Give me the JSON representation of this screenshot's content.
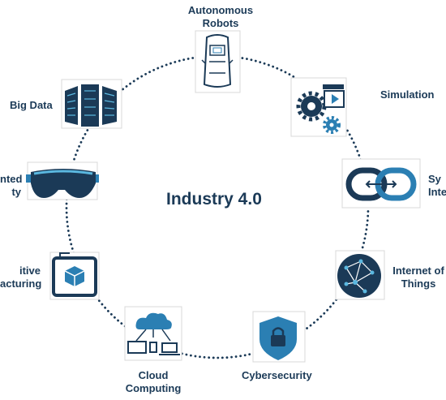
{
  "title": "Industry 4.0",
  "colors": {
    "primary": "#1b3a57",
    "accent": "#2b7fb3",
    "light": "#5bb8e0"
  },
  "nodes": [
    {
      "label_lines": [
        "Autonomous",
        "Robots"
      ],
      "icon": "autonomous-car-icon"
    },
    {
      "label_lines": [
        "Simulation"
      ],
      "icon": "gears-clapperboard-icon"
    },
    {
      "label_lines": [
        "Sy",
        "Inte"
      ],
      "icon": "chain-link-icon"
    },
    {
      "label_lines": [
        "Internet of",
        "Things"
      ],
      "icon": "network-globe-icon"
    },
    {
      "label_lines": [
        "Cybersecurity"
      ],
      "icon": "shield-lock-icon"
    },
    {
      "label_lines": [
        "Cloud",
        "Computing"
      ],
      "icon": "cloud-devices-icon"
    },
    {
      "label_lines": [
        "itive",
        "acturing"
      ],
      "icon": "3d-printer-icon"
    },
    {
      "label_lines": [
        "nted",
        "ty"
      ],
      "icon": "vr-headset-icon"
    },
    {
      "label_lines": [
        "Big Data"
      ],
      "icon": "server-racks-icon"
    }
  ]
}
